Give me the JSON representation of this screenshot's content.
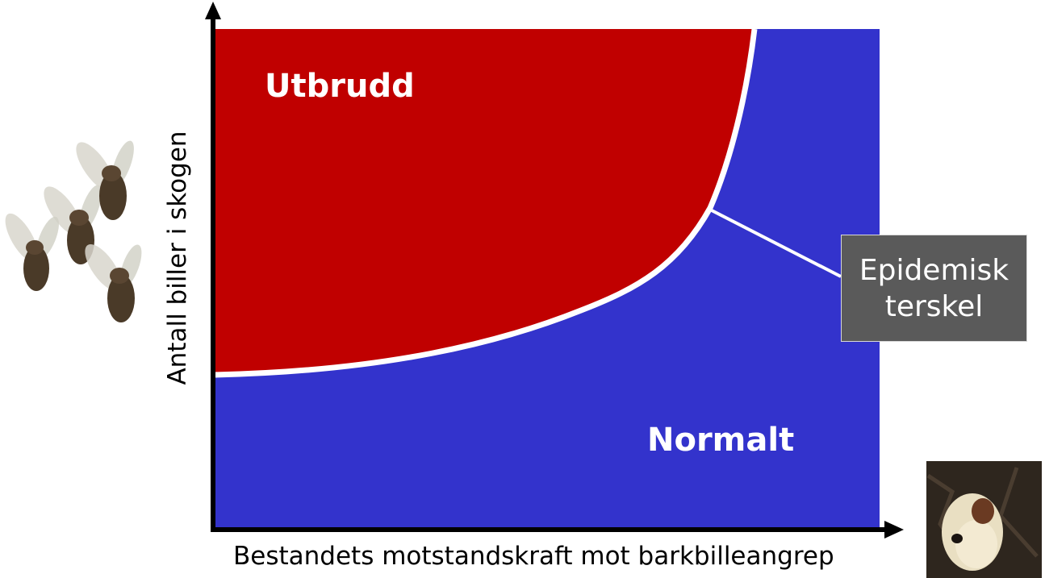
{
  "diagram": {
    "y_axis_label": "Antall biller i skogen",
    "x_axis_label": "Bestandets motstandskraft mot barkbilleangrep",
    "region_upper_label": "Utbrudd",
    "region_lower_label": "Normalt",
    "callout": {
      "line1": "Epidemisk",
      "line2": "terskel"
    },
    "colors": {
      "outbreak_region": "#c00000",
      "normal_region": "#3333cc",
      "threshold_line": "#ffffff",
      "callout_box": "#5a5a5a"
    },
    "images": [
      "flying-beetles",
      "beetle-on-bark-resin"
    ]
  }
}
